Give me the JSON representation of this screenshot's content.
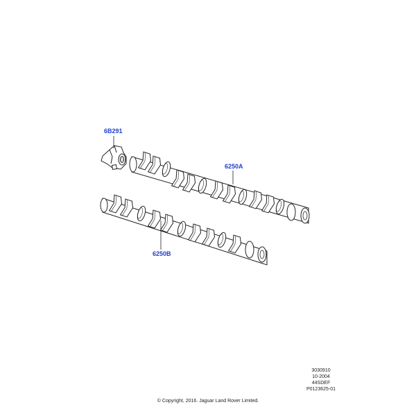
{
  "callouts": {
    "sprocket_part": "6B291",
    "camshaft_a": "6250A",
    "camshaft_b": "6250B"
  },
  "footer": {
    "code": "3030910",
    "date": "10-2004",
    "model": "44SDEF",
    "ref": "P0123625-01",
    "copyright": "© Copyright, 2016. Jaguar Land Rover Limited."
  },
  "colors": {
    "callout": "#1f3fd1",
    "line": "#222222"
  }
}
